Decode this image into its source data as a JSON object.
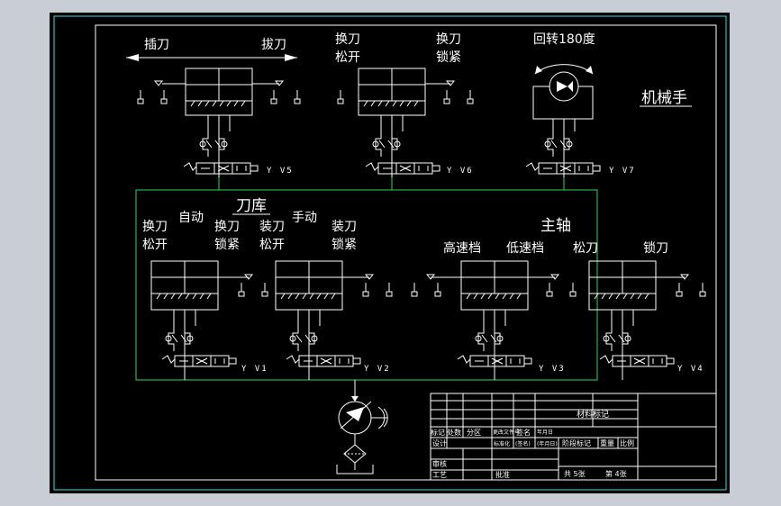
{
  "colors": {
    "background_outer": "#c9ced6",
    "canvas": "#000000",
    "frame_cyan": "#2fe0e0",
    "circuit_green": "#2fd35a",
    "line_white": "#ffffff"
  },
  "top": {
    "tool_insert": "插刀",
    "tool_pull": "拔刀",
    "change_release_1": "换刀",
    "change_release_2": "松开",
    "change_lock_1": "换刀",
    "change_lock_2": "锁紧",
    "rotate": "回转180度",
    "manipulator": "机械手",
    "valves": [
      "Y V5",
      "Y V6",
      "Y V7"
    ]
  },
  "magazine": {
    "title": "刀库",
    "auto": "自动",
    "manual": "手动",
    "a1_1": "换刀",
    "a1_2": "松开",
    "a2_1": "换刀",
    "a2_2": "锁紧",
    "m1_1": "装刀",
    "m1_2": "松开",
    "m2_1": "装刀",
    "m2_2": "锁紧",
    "valves": [
      "Y V1",
      "Y V2"
    ]
  },
  "spindle": {
    "title": "主轴",
    "high": "高速档",
    "low": "低速档",
    "release": "松刀",
    "lock": "锁刀",
    "valves": [
      "Y V3",
      "Y V4"
    ]
  },
  "title_block": {
    "material": "材料标记",
    "h_mark": "标记",
    "h_count": "处数",
    "h_zone": "分区",
    "h_docno": "更改文件号",
    "h_sign": "签名",
    "h_date": "年月日",
    "design": "设计",
    "std": "标准化",
    "sign2": "(签名)",
    "date2": "(年月日)",
    "stage": "阶段标记",
    "weight": "重量",
    "scale": "比例",
    "review": "审核",
    "process": "工艺",
    "approve": "批准",
    "total": "共 5张",
    "sheet": "第 4张"
  }
}
